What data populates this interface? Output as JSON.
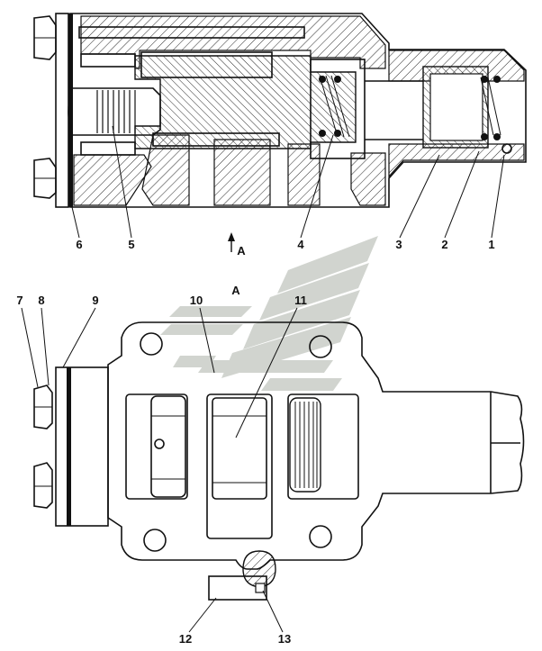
{
  "labels": {
    "p1": "1",
    "p2": "2",
    "p3": "3",
    "p4": "4",
    "p5": "5",
    "p6": "6",
    "p7": "7",
    "p8": "8",
    "p9": "9",
    "p10": "10",
    "p11": "11",
    "p12": "12",
    "p13": "13",
    "view_arrow": "A",
    "view_title": "A"
  },
  "colors": {
    "line": "#111111",
    "watermark": "#c8ccc6",
    "hatch": "#111111"
  }
}
